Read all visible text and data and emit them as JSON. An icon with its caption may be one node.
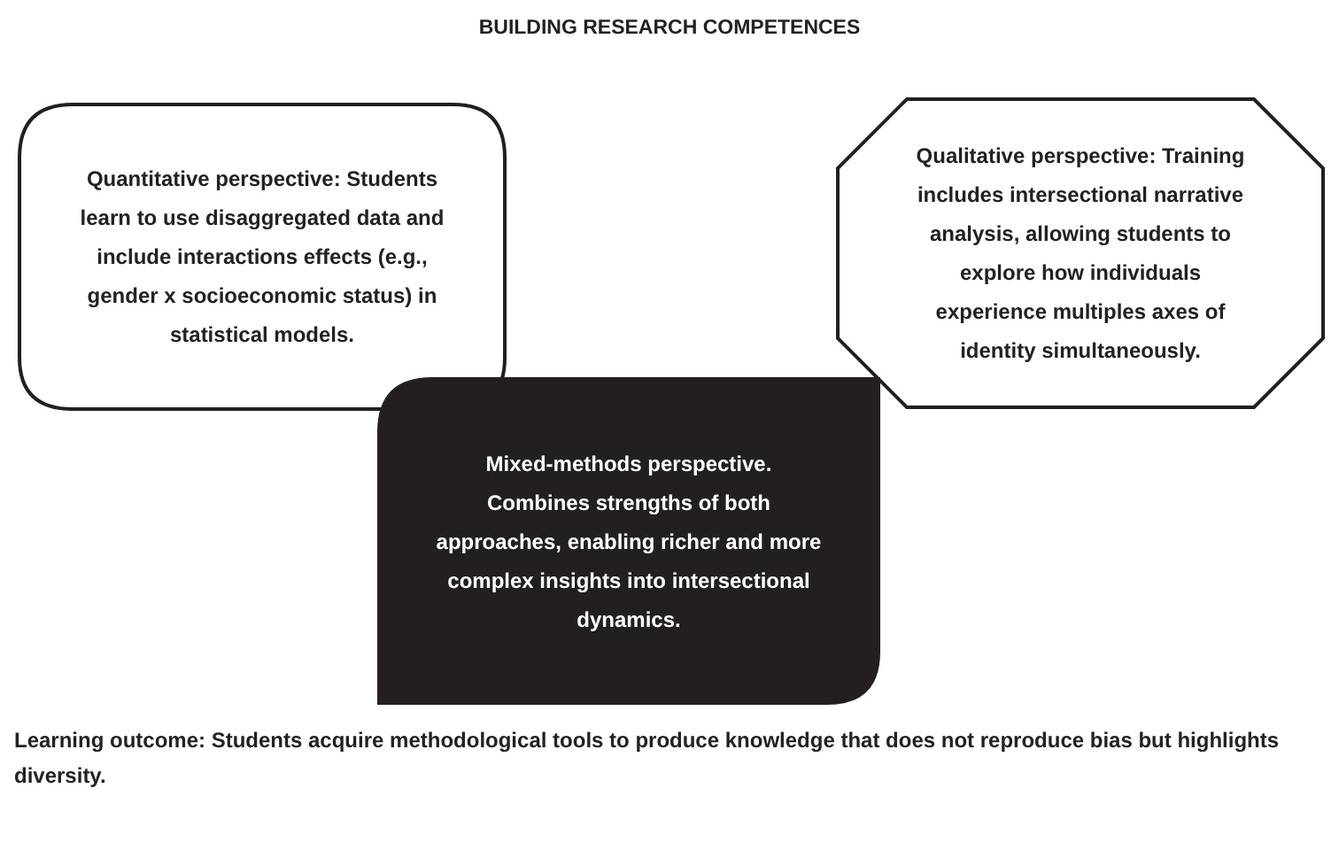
{
  "diagram": {
    "title": "BUILDING RESEARCH COMPETENCES",
    "nodes": [
      {
        "text": [
          "Quantitative perspective: Students learn to use disaggregated data and include interactions effects (e.g., gender x socioeconomic status) in statistical models."
        ]
      },
      {
        "text": [
          "Qualitative perspective: Training includes intersectional narrative analysis, allowing students to explore how individuals experience multiples axes of identity simultaneously."
        ]
      },
      {
        "text": [
          "Mixed-methods perspective. Combines strengths of both approaches, enabling richer and more complex insights into intersectional dynamics."
        ]
      }
    ],
    "labels": [
      "Learning outcome: Students acquire methodological tools to produce knowledge that does not reproduce bias but highlights diversity."
    ]
  }
}
